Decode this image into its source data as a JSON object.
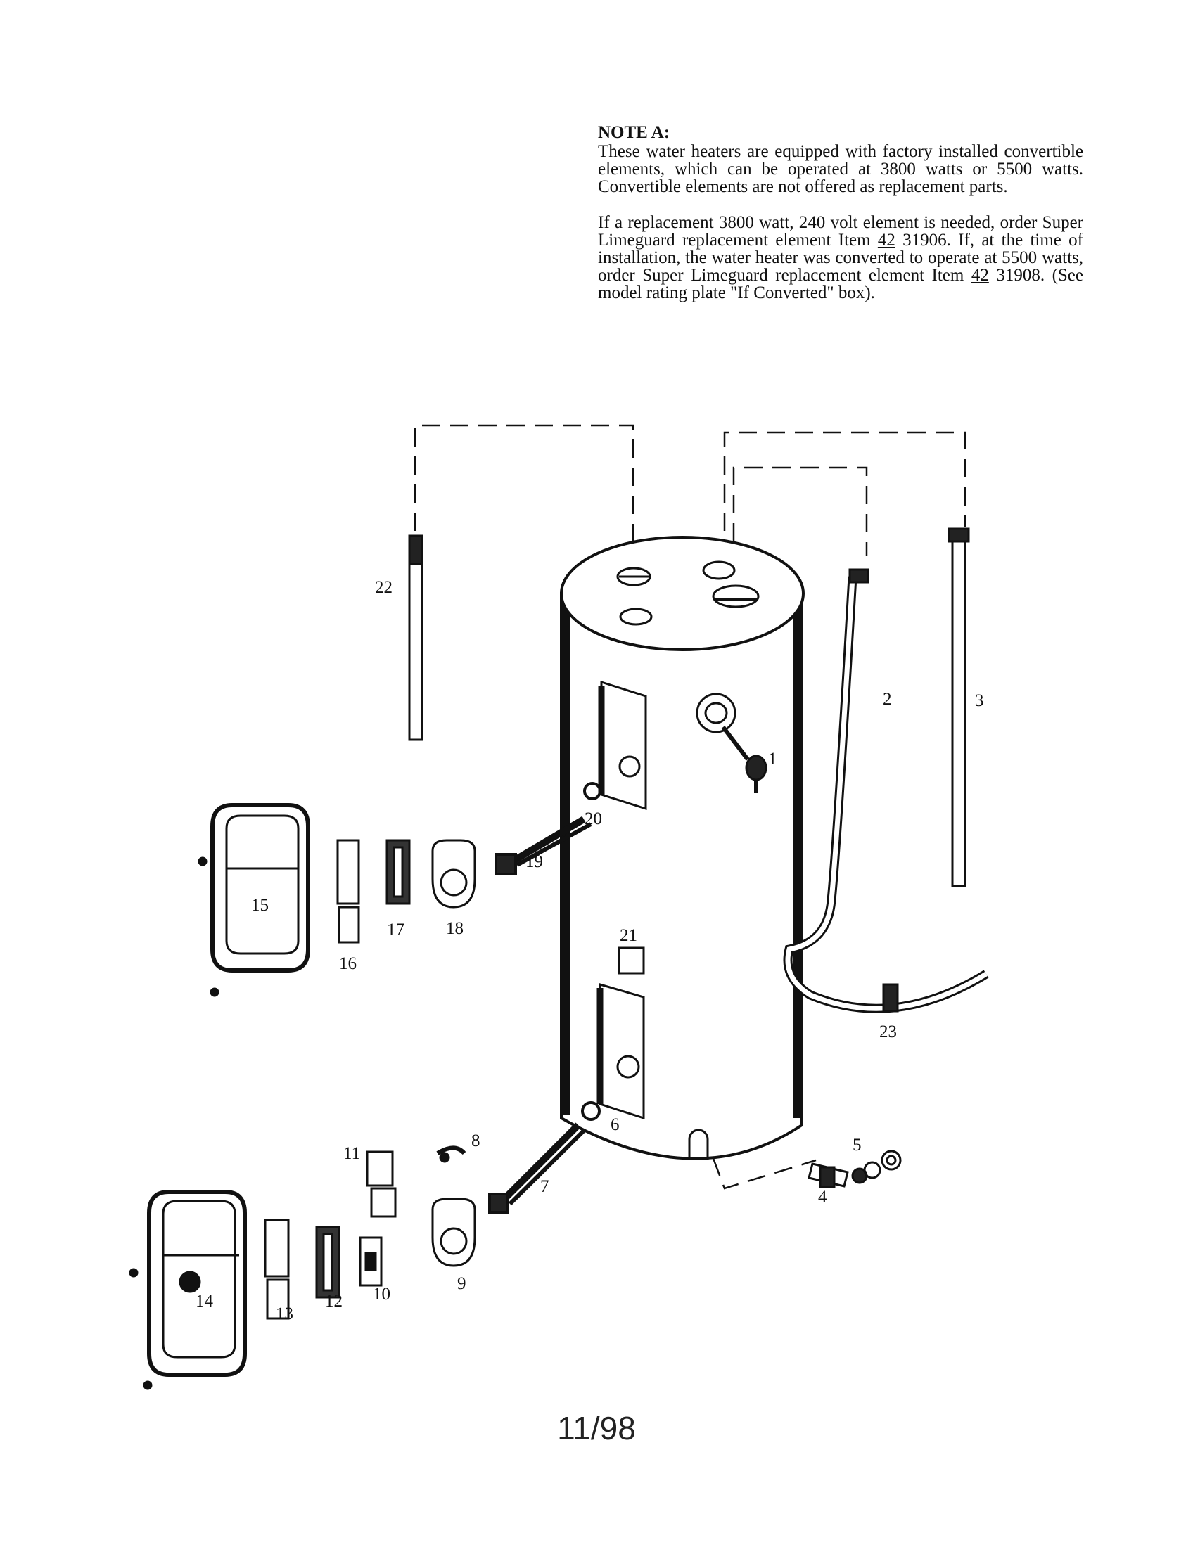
{
  "note": {
    "title": "NOTE A:",
    "paragraph1": "These water heaters are equipped with factory installed convertible elements, which can be operated at 3800 watts or 5500 watts. Convertible elements are not offered as replacement parts.",
    "p2_a": "If a replacement 3800 watt, 240 volt element is needed, order Super Limeguard replacement element Item ",
    "p2_item1": "42",
    "p2_b": " 31906. If, at the time of installation, the water heater was converted to operate at 5500 watts, order Super Limeguard replacement element Item ",
    "p2_item2": "42",
    "p2_c": " 31908. (See model rating plate \"If Converted\" box)."
  },
  "callouts": {
    "c1": "1",
    "c2": "2",
    "c3": "3",
    "c4": "4",
    "c5": "5",
    "c6": "6",
    "c7": "7",
    "c8": "8",
    "c9": "9",
    "c10": "10",
    "c11": "11",
    "c12": "12",
    "c13": "13",
    "c14": "14",
    "c15": "15",
    "c16": "16",
    "c17": "17",
    "c18": "18",
    "c19": "19",
    "c20": "20",
    "c21": "21",
    "c22": "22",
    "c23": "23"
  },
  "footer": {
    "date_code": "11/98"
  }
}
